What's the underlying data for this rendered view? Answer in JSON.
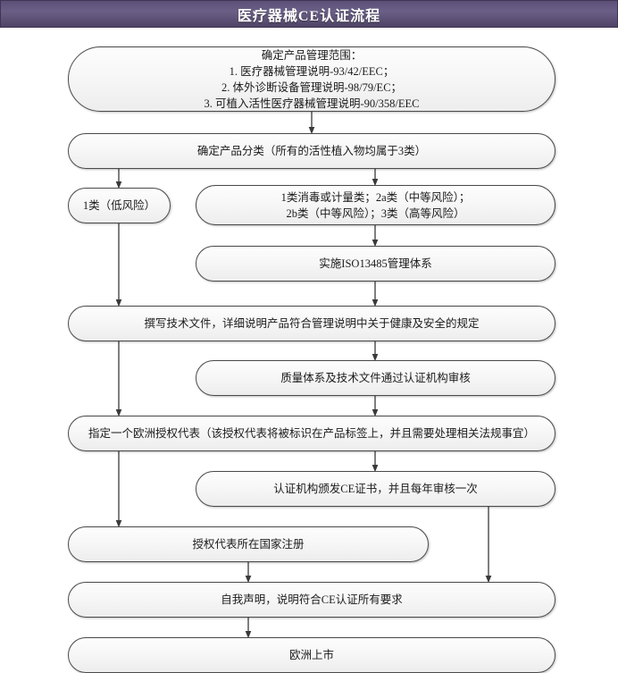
{
  "header": {
    "title": "医疗器械CE认证流程",
    "bar_color": "#5c5078",
    "text_color": "#ffffff"
  },
  "theme": {
    "node_border": "#4a4a4a",
    "node_fill_top": "#fdfdfd",
    "node_fill_bottom": "#ededed",
    "connector_color": "#3a3a3a",
    "page_background": "#ffffff"
  },
  "flow": {
    "nodes": [
      {
        "id": "scope",
        "label": "确定产品管理范围：\n1. 医疗器械管理说明-93/42/EEC；\n2. 体外诊断设备管理说明-98/79/EC；\n3. 可植入活性医疗器械管理说明-90/358/EEC"
      },
      {
        "id": "classify",
        "label": "确定产品分类（所有的活性植入物均属于3类）"
      },
      {
        "id": "class1",
        "label": "1类（低风险）"
      },
      {
        "id": "classes",
        "label": "1类消毒或计量类；2a类（中等风险）；\n2b类（中等风险）；3类（高等风险）"
      },
      {
        "id": "iso",
        "label": "实施ISO13485管理体系"
      },
      {
        "id": "techdoc",
        "label": "撰写技术文件，详细说明产品符合管理说明中关于健康及安全的规定"
      },
      {
        "id": "audit",
        "label": "质量体系及技术文件通过认证机构审核"
      },
      {
        "id": "authrep",
        "label": "指定一个欧洲授权代表（该授权代表将被标识在产品标签上，并且需要处理相关法规事宜）"
      },
      {
        "id": "cecert",
        "label": "认证机构颁发CE证书，并且每年审核一次"
      },
      {
        "id": "register",
        "label": "授权代表所在国家注册"
      },
      {
        "id": "declare",
        "label": "自我声明，说明符合CE认证所有要求"
      },
      {
        "id": "market",
        "label": "欧洲上市"
      }
    ],
    "edges": [
      {
        "from": "scope",
        "to": "classify"
      },
      {
        "from": "classify",
        "to": "class1"
      },
      {
        "from": "classify",
        "to": "classes"
      },
      {
        "from": "classes",
        "to": "iso"
      },
      {
        "from": "iso",
        "to": "techdoc"
      },
      {
        "from": "class1",
        "to": "techdoc"
      },
      {
        "from": "techdoc",
        "to": "audit"
      },
      {
        "from": "techdoc",
        "to": "authrep"
      },
      {
        "from": "audit",
        "to": "authrep"
      },
      {
        "from": "authrep",
        "to": "cecert"
      },
      {
        "from": "authrep",
        "to": "register"
      },
      {
        "from": "cecert",
        "to": "declare"
      },
      {
        "from": "register",
        "to": "declare"
      },
      {
        "from": "declare",
        "to": "market"
      }
    ]
  }
}
